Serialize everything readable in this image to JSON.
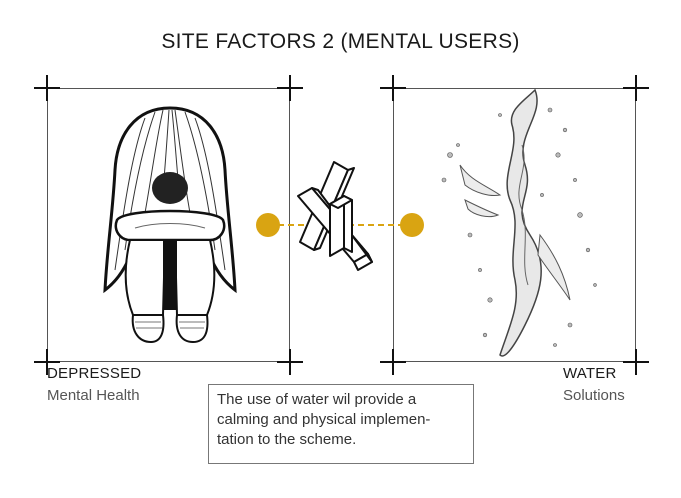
{
  "title": "SITE FACTORS 2 (MENTAL USERS)",
  "left": {
    "label": "DEPRESSED",
    "sublabel": "Mental Health",
    "icon": "depressed-person-illustration"
  },
  "right": {
    "label": "WATER",
    "sublabel": "Solutions",
    "icon": "water-splash-illustration"
  },
  "connector": {
    "icon": "isometric-x-shape",
    "dot_color": "#D9A412",
    "line_color": "#D9A412"
  },
  "note": {
    "lines": [
      "The use of water wil provide a",
      "calming and physical implemen-",
      "tation to the scheme."
    ]
  }
}
